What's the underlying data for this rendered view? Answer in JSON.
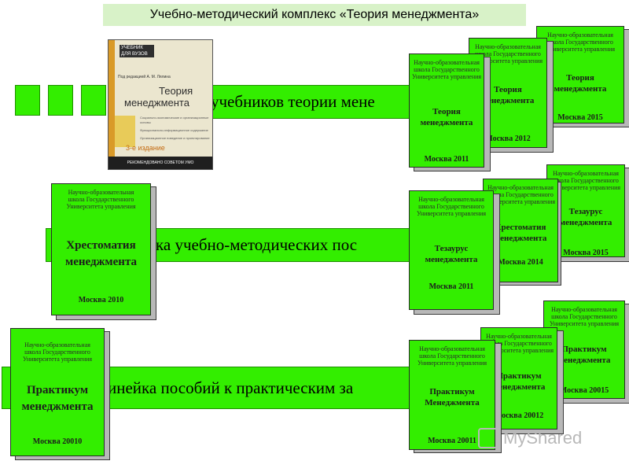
{
  "header": {
    "title": "Учебно-методический комплекс «Теория менеджмента»"
  },
  "rows": [
    {
      "label": "учебников теории мене"
    },
    {
      "label": "ка учебно-методических пос"
    },
    {
      "label": "инейка пособий к практическим за"
    }
  ],
  "cover": {
    "logo": "УЧЕБНИК ДЛЯ ВУЗОВ",
    "editor": "Под редакцией А. М. Лялина",
    "title_line1": "Теория",
    "title_line2": "менеджмента",
    "lines": [
      "Социально-экономические и организационные основы",
      "Функционально-информационное содержание",
      "Организационное поведение и проектирование"
    ],
    "band": "РЕКОМЕНДОВАНО СОВЕТОМ УМО",
    "publisher": "3-е издание"
  },
  "institution": "Научно-образовательная школа Государственного Университета управления",
  "cards": {
    "theory_2011": {
      "name": "Теория менеджмента",
      "year": "Москва 2011"
    },
    "theory_2012": {
      "name": "Теория менеджмента",
      "year": "Москва 2012"
    },
    "theory_2015": {
      "name": "Теория менеджмента",
      "year": "Москва 2015"
    },
    "reader_2010": {
      "name": "Хрестоматия менеджмента",
      "year": "Москва 2010"
    },
    "thesaurus_2011": {
      "name": "Тезаурус менеджмента",
      "year": "Москва 2011"
    },
    "reader_2014": {
      "name": "Хрестоматия менеджмента",
      "year": "Москва 2014"
    },
    "thesaurus_2015": {
      "name": "Тезаурус менеджмента",
      "year": "Москва 2015"
    },
    "practicum_20010": {
      "name": "Практикум менеджмента",
      "year": "Москва 20010"
    },
    "practicum_20011": {
      "name": "Практикум Менеджмента",
      "year": "Москва 20011"
    },
    "practicum_20012": {
      "name": "Практикум менеджмента",
      "year": "Москва 20012"
    },
    "practicum_20015": {
      "name": "Практикум менеджмента",
      "year": "Москва 20015"
    }
  },
  "watermark": "MyShared",
  "colors": {
    "green": "#33ee00",
    "title_bg": "#d8f2c8",
    "shadow": "#b8b8b8"
  }
}
